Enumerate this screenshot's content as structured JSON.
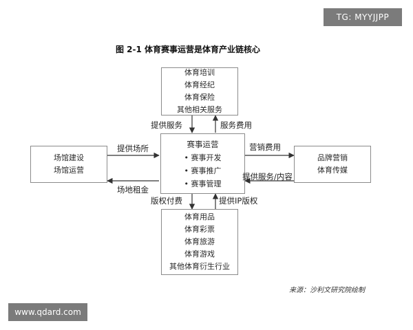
{
  "watermark_top": "TG: MYYJJPP",
  "watermark_bottom": "www.qdard.com",
  "figure_title": "图 2-1  体育赛事运营是体育产业链核心",
  "boxes": {
    "top": [
      "体育培训",
      "体育经纪",
      "体育保险",
      "其他相关服务"
    ],
    "left": [
      "场馆建设",
      "场馆运营"
    ],
    "center": {
      "title": "赛事运营",
      "items": [
        "赛事开发",
        "赛事推广",
        "赛事管理"
      ]
    },
    "right": [
      "品牌营销",
      "体育传媒"
    ],
    "bottom": [
      "体育用品",
      "体育彩票",
      "体育旅游",
      "体育游戏",
      "其他体育衍生行业"
    ]
  },
  "arrows": {
    "top_left": "提供服务",
    "top_right": "服务费用",
    "left_top": "提供场所",
    "left_bottom": "场地租金",
    "right_top": "营销费用",
    "right_bottom": "提供服务/内容",
    "bottom_left": "版权付费",
    "bottom_right": "提供IP版权"
  },
  "source": "来源：沙利文研究院绘制"
}
